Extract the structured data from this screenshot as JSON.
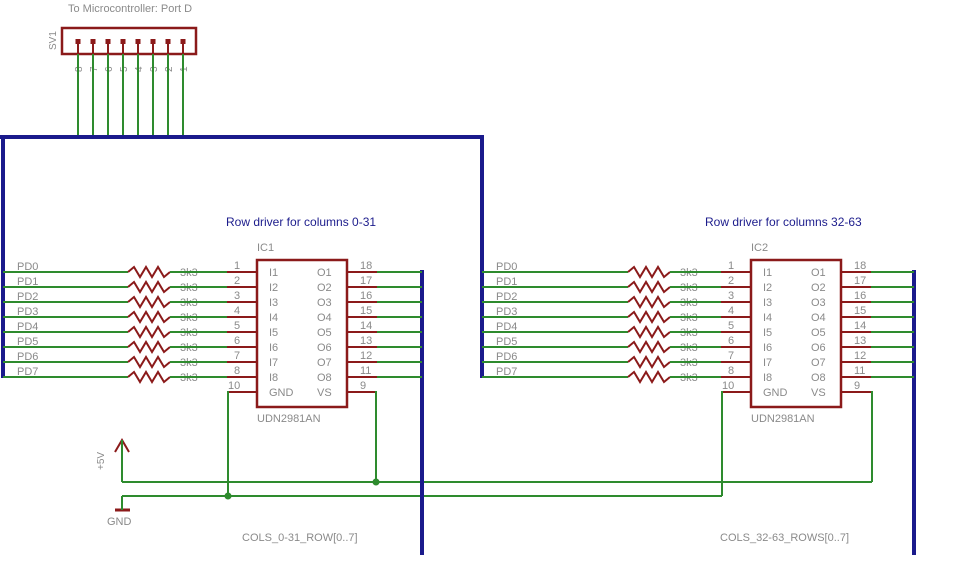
{
  "header": {
    "connector_caption": "To Microcontroller: Port D",
    "connector_name": "SV1",
    "connector_pins": [
      "8",
      "7",
      "6",
      "5",
      "4",
      "3",
      "2",
      "1"
    ]
  },
  "signals": [
    "PD0",
    "PD1",
    "PD2",
    "PD3",
    "PD4",
    "PD5",
    "PD6",
    "PD7"
  ],
  "resistor_value": "3k3",
  "drivers": [
    {
      "title": "Row driver for columns 0-31",
      "ref": "IC1",
      "part": "UDN2981AN",
      "bus_label": "COLS_0-31_ROW[0..7]"
    },
    {
      "title": "Row driver for columns 32-63",
      "ref": "IC2",
      "part": "UDN2981AN",
      "bus_label": "COLS_32-63_ROWS[0..7]"
    }
  ],
  "ic_pins": {
    "inputs": [
      "I1",
      "I2",
      "I3",
      "I4",
      "I5",
      "I6",
      "I7",
      "I8"
    ],
    "input_numbers": [
      "1",
      "2",
      "3",
      "4",
      "5",
      "6",
      "7",
      "8"
    ],
    "outputs": [
      "O1",
      "O2",
      "O3",
      "O4",
      "O5",
      "O6",
      "O7",
      "O8"
    ],
    "output_numbers": [
      "18",
      "17",
      "16",
      "15",
      "14",
      "13",
      "12",
      "11"
    ],
    "gnd_label": "GND",
    "gnd_number": "10",
    "vs_label": "VS",
    "vs_number": "9"
  },
  "power": {
    "vcc_label": "+5V",
    "gnd_label": "GND"
  },
  "colors": {
    "bus": "#1a1a8c",
    "net": "#2e8b2e",
    "symbol": "#8b1a1a",
    "text": "#8a8a8a",
    "title": "#1c1c8c"
  }
}
